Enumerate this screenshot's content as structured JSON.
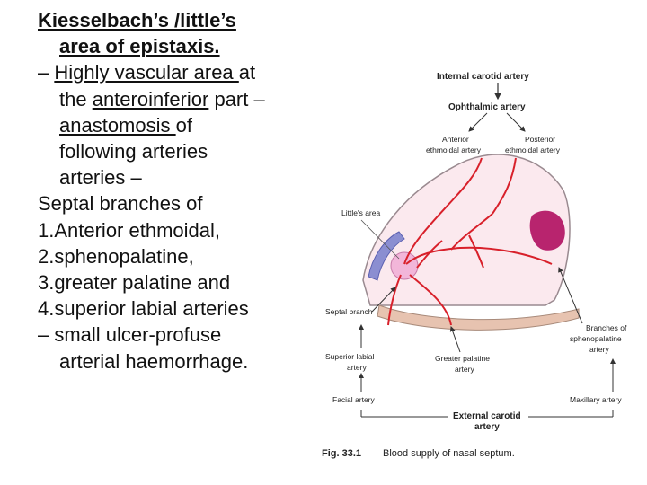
{
  "slide": {
    "title_line1": "Kiesselbach’s /little’s ",
    "title_line2": "area of epistaxis.",
    "l3_dash": "– ",
    "l3_u": "Highly vascular area ",
    "l3_rest": "at",
    "l4_pre": "the ",
    "l4_u": "anteroinferior",
    "l4_rest": " part –",
    "l5_u": "anastomosis ",
    "l5_rest": " of",
    "l6": "following arteries",
    "l7": "arteries –",
    "l8": "Septal branches of",
    "l9": "1.Anterior ethmoidal,",
    "l10": "2.sphenopalatine,",
    "l11": "3.greater palatine and",
    "l12": "4.superior labial arteries",
    "l13": "– small ulcer-profuse",
    "l14": "arterial haemorrhage."
  },
  "figure": {
    "labels": {
      "internal_carotid": "Internal carotid artery",
      "ophthalmic": "Ophthalmic artery",
      "anterior_ethmoidal_1": "Anterior",
      "anterior_ethmoidal_2": "ethmoidal artery",
      "posterior_ethmoidal_1": "Posterior",
      "posterior_ethmoidal_2": "ethmoidal artery",
      "littles_area": "Little's area",
      "septal_branch": "Septal branch",
      "superior_labial_1": "Superior labial",
      "superior_labial_2": "artery",
      "greater_palatine_1": "Greater palatine",
      "greater_palatine_2": "artery",
      "branches_spheno_1": "Branches of",
      "branches_spheno_2": "sphenopalatine",
      "branches_spheno_3": "artery",
      "facial": "Facial artery",
      "maxillary": "Maxillary artery",
      "external_carotid_1": "External carotid",
      "external_carotid_2": "artery"
    },
    "caption_num": "Fig. 33.1",
    "caption_text": "Blood supply of nasal septum."
  },
  "colors": {
    "artery": "#d8202a",
    "septum_pink": "#f2c6cf",
    "sinus_magenta": "#b8246e",
    "arrow": "#333333"
  }
}
